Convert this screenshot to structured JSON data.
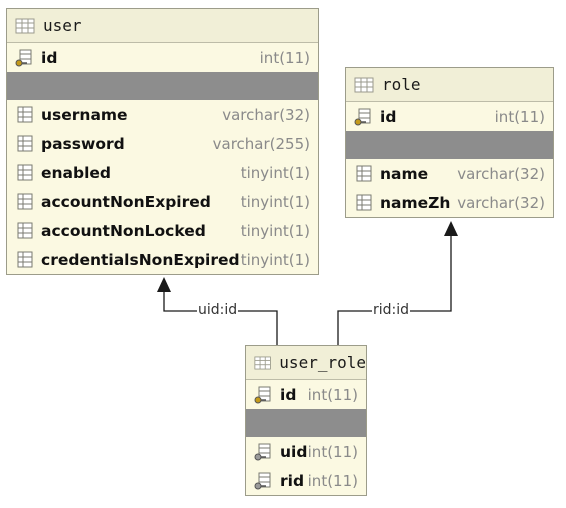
{
  "colors": {
    "table_bg": "#fbf9e2",
    "header_bg": "#f1efd7",
    "separator": "#8d8d8d",
    "type_text": "#8a8a8a",
    "connector": "#1a1a1a"
  },
  "tables": {
    "user": {
      "name": "user",
      "icon": "table-icon",
      "pk": {
        "name": "id",
        "type": "int(11)",
        "icon": "primary-key-icon"
      },
      "columns": [
        {
          "name": "username",
          "type": "varchar(32)",
          "icon": "column-icon"
        },
        {
          "name": "password",
          "type": "varchar(255)",
          "icon": "column-icon"
        },
        {
          "name": "enabled",
          "type": "tinyint(1)",
          "icon": "column-icon"
        },
        {
          "name": "accountNonExpired",
          "type": "tinyint(1)",
          "icon": "column-icon"
        },
        {
          "name": "accountNonLocked",
          "type": "tinyint(1)",
          "icon": "column-icon"
        },
        {
          "name": "credentialsNonExpired",
          "type": "tinyint(1)",
          "icon": "column-icon"
        }
      ]
    },
    "role": {
      "name": "role",
      "icon": "table-icon",
      "pk": {
        "name": "id",
        "type": "int(11)",
        "icon": "primary-key-icon"
      },
      "columns": [
        {
          "name": "name",
          "type": "varchar(32)",
          "icon": "column-icon"
        },
        {
          "name": "nameZh",
          "type": "varchar(32)",
          "icon": "column-icon"
        }
      ]
    },
    "user_role": {
      "name": "user_role",
      "icon": "table-icon",
      "pk": {
        "name": "id",
        "type": "int(11)",
        "icon": "primary-key-icon"
      },
      "columns": [
        {
          "name": "uid",
          "type": "int(11)",
          "icon": "foreign-key-icon"
        },
        {
          "name": "rid",
          "type": "int(11)",
          "icon": "foreign-key-icon"
        }
      ]
    }
  },
  "relations": [
    {
      "label": "uid:id",
      "from": "user_role",
      "to": "user"
    },
    {
      "label": "rid:id",
      "from": "user_role",
      "to": "role"
    }
  ]
}
